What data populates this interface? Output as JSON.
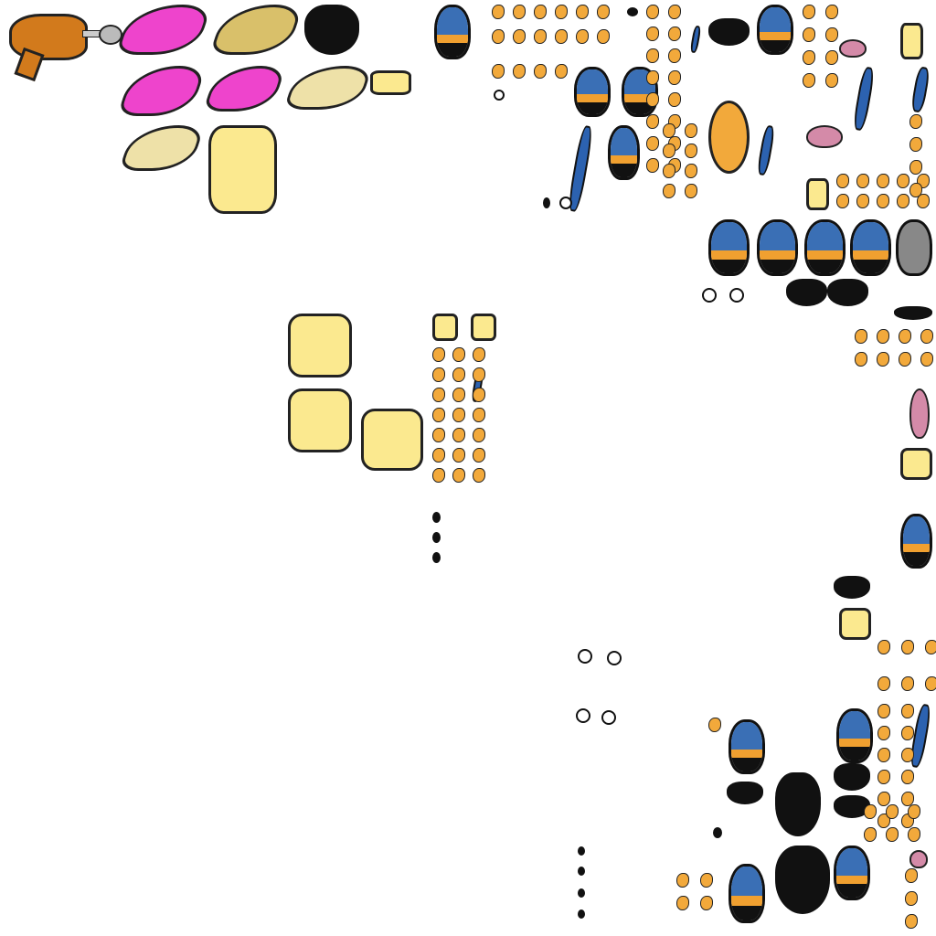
{
  "sheet": {
    "title": "character-parts-sprite-atlas"
  },
  "palette": {
    "hat_blue": "#3a6fb5",
    "hat_band": "#f0a030",
    "outline": "#111111",
    "skin_yellow": "#fbe98f",
    "hand_orange": "#f2a93b",
    "hair_pink": "#ee44cc",
    "hair_blonde": "#d9c06a",
    "hair_pale": "#eee1a8",
    "tongue_pink": "#d48aa8",
    "raygun_orange": "#d27a1c",
    "stick_blue": "#2c62b0",
    "grey": "#888888"
  },
  "sprites": [
    "ray-gun",
    "hair-pink",
    "hair-blonde",
    "head",
    "hat",
    "hand",
    "mouth",
    "eye",
    "stick",
    "tongue"
  ]
}
